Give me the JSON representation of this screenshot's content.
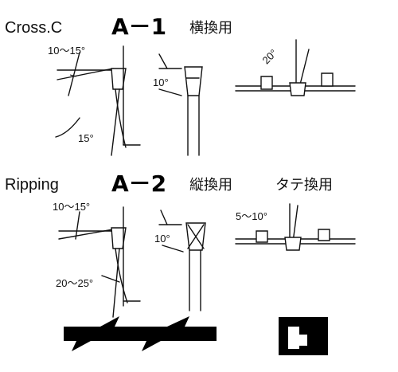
{
  "a1": {
    "cut_type": "Cross.C",
    "code": "A－1",
    "japanese": "横換用",
    "hook_angle": "10～15°",
    "clearance_angle": "15°",
    "bevel_angle": "10°",
    "top_bevel_angle": "20°"
  },
  "a2": {
    "cut_type": "Ripping",
    "code": "A－2",
    "japanese": "縦換用",
    "japanese_alt": "タテ換用",
    "hook_angle": "10～15°",
    "clearance_angle": "20～25°",
    "bevel_angle": "10°",
    "top_bevel_angle": "5～10°"
  }
}
